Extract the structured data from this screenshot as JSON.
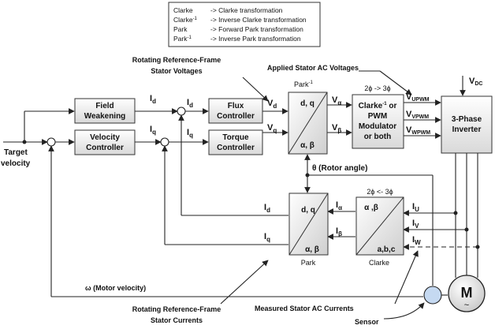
{
  "legend": {
    "lines": [
      {
        "sym": "Clarke",
        "sup": "",
        "desc": "-> Clarke transformation"
      },
      {
        "sym": "Clarke",
        "sup": "-1",
        "desc": "-> Inverse Clarke transformation"
      },
      {
        "sym": "Park",
        "sup": "",
        "desc": "-> Forward Park transformation"
      },
      {
        "sym": "Park",
        "sup": "-1",
        "desc": "-> Inverse  Park transformation"
      }
    ]
  },
  "inputs": {
    "target_line1": "Target",
    "target_line2": "velocity"
  },
  "blocks": {
    "field_line1": "Field",
    "field_line2": "Weakening",
    "velocity_line1": "Velocity",
    "velocity_line2": "Controller",
    "flux_line1": "Flux",
    "flux_line2": "Controller",
    "torque_line1": "Torque",
    "torque_line2": "Controller",
    "inv_park_top": "d, q",
    "inv_park_bottom": "α, β",
    "inv_park_label": "Park",
    "inv_park_sup": "-1",
    "mod_line1": "Clarke",
    "mod_sup": "-1",
    "mod_line1_suffix": " or",
    "mod_line2": "PWM",
    "mod_line3": "Modulator",
    "mod_line4": "or both",
    "mod_top_label": "2ϕ -> 3ϕ",
    "inverter_line1": "3-Phase",
    "inverter_line2": "Inverter",
    "park_top": "d, q",
    "park_bottom": "α, β",
    "park_label": "Park",
    "clarke_top": "α ,β",
    "clarke_bottom": "a,b,c",
    "clarke_label": "Clarke",
    "clarke_top_label": "2ϕ <- 3ϕ",
    "motor": "M",
    "motor_tilde": "~"
  },
  "signals": {
    "id_base": "I",
    "id_sub": "d",
    "iq_base": "I",
    "iq_sub": "q",
    "vd_base": "V",
    "vd_sub": "d",
    "vq_base": "V",
    "vq_sub": "q",
    "valpha_base": "V",
    "valpha_sub": "α",
    "vbeta_base": "V",
    "vbeta_sub": "β",
    "vu_base": "V",
    "vu_sub": "UPWM",
    "vv_base": "V",
    "vv_sub": "VPWM",
    "vw_base": "V",
    "vw_sub": "WPWM",
    "vdc_base": "V",
    "vdc_sub": "DC",
    "theta": "θ (Rotor angle)",
    "ialpha_base": "I",
    "ialpha_sub": "α",
    "ibeta_base": "I",
    "ibeta_sub": "β",
    "iu_base": "I",
    "iu_sub": "U",
    "iv_base": "I",
    "iv_sub": "V",
    "iw_base": "I",
    "iw_sub": "W",
    "omega": "ω   (Motor velocity)"
  },
  "annotations": {
    "rot_ref_v_line1": "Rotating Reference-Frame",
    "rot_ref_v_line2": "Stator Voltages",
    "applied_v": "Applied Stator AC Voltages",
    "rot_ref_i_line1": "Rotating Reference-Frame",
    "rot_ref_i_line2": "Stator Currents",
    "measured_i": "Measured Stator AC Currents",
    "sensor": "Sensor"
  },
  "colors": {
    "block_light": "#ffffff",
    "block_dark": "#d9d9d9",
    "line": "#222222",
    "sensor_fill": "#c5d9f1"
  }
}
